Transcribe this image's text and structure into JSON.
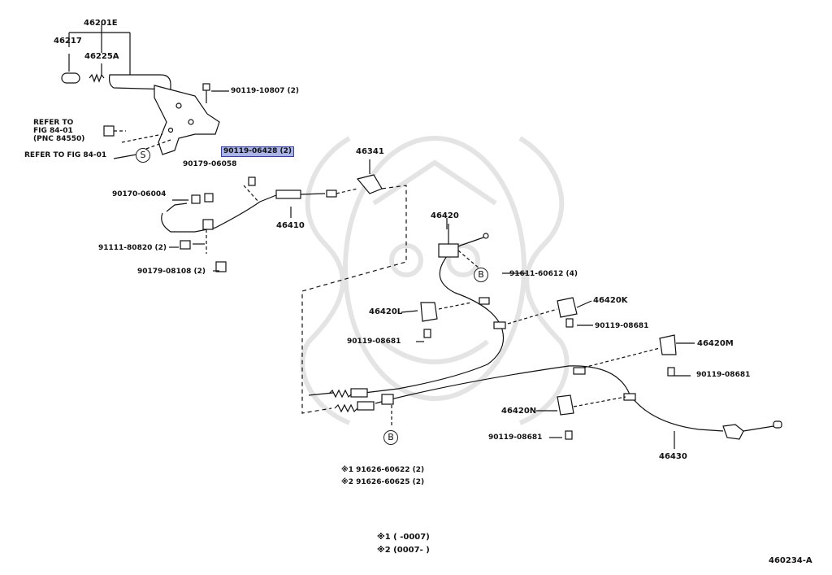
{
  "diagram": {
    "figure_id": "460234-A",
    "parts": {
      "p46201E": "46201E",
      "p46217": "46217",
      "p46225A": "46225A",
      "p90119_10807": "90119-10807 (2)",
      "refer_to_1": "REFER TO",
      "refer_to_2": "FIG 84-01",
      "refer_to_3": "(PNC 84550)",
      "refer_to_fig": "REFER TO FIG 84-01",
      "circle_s": "S",
      "p90119_06428": "90119-06428 (2)",
      "p90179_06058": "90179-06058",
      "p46341": "46341",
      "p90170_06004": "90170-06004",
      "p46410": "46410",
      "p46420": "46420",
      "p91111_80820": "91111-80820 (2)",
      "p90179_08108": "90179-08108 (2)",
      "circle_b1": "B",
      "p91611_60612": "91611-60612 (4)",
      "p46420K": "46420K",
      "p46420L": "46420L",
      "p90119_08681_a": "90119-08681",
      "p90119_08681_b": "90119-08681",
      "p46420M": "46420M",
      "p90119_08681_c": "90119-08681",
      "p46420N": "46420N",
      "p90119_08681_d": "90119-08681",
      "p46430": "46430",
      "circle_b2": "B",
      "note1_part": "※1 91626-60622 (2)",
      "note2_part": "※2 91626-60625 (2)",
      "legend1": "※1 (       -0007)",
      "legend2": "※2 (0007-       )"
    }
  },
  "colors": {
    "ink": "#111111",
    "highlight": "#a9b3e6",
    "highlight_border": "#3a3f9e",
    "watermark": "#e6e6e6"
  }
}
